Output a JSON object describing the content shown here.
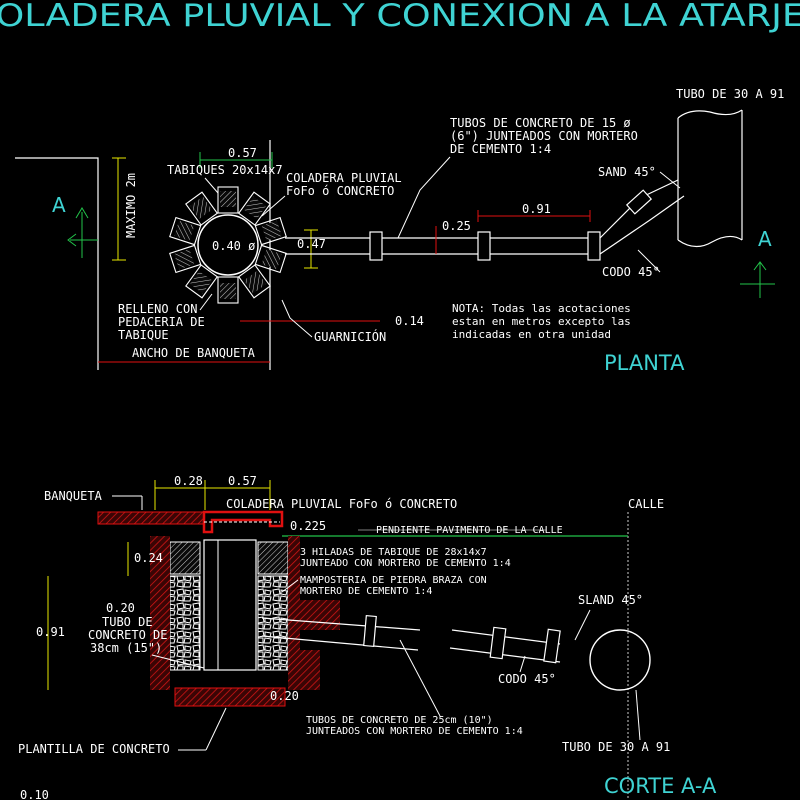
{
  "title": "COLADERA PLUVIAL Y CONEXION A LA ATARJEA",
  "colors": {
    "background": "#000000",
    "cyan": "#3fd3d3",
    "white": "#ffffff",
    "green": "#22c44a",
    "red": "#e01010",
    "yellow": "#e8e800",
    "magenta": "#e24ae2"
  },
  "plan": {
    "section_title": "PLANTA",
    "section_mark": "A",
    "dim_057": "0.57",
    "dim_maximo": "MAXIMO 2m",
    "tabiques": "TABIQUES 20x14x7",
    "coladera_1": "COLADERA PLUVIAL",
    "coladera_2": "FoFo ó CONCRETO",
    "diameter": "0.40 ø",
    "dim_047": "0.47",
    "dim_025": "0.25",
    "dim_091": "0.91",
    "dim_014": "0.14",
    "relleno_1": "RELLENO CON",
    "relleno_2": "PEDACERIA DE",
    "relleno_3": "TABIQUE",
    "guarnicion": "GUARNICIÓN",
    "ancho": "ANCHO DE BANQUETA",
    "tubos_1": "TUBOS DE CONCRETO DE 15 ø",
    "tubos_2": "(6\") JUNTEADOS CON MORTERO",
    "tubos_3": "DE CEMENTO 1:4",
    "tubo_30": "TUBO DE 30 A 91",
    "sand": "SAND 45°",
    "codo": "CODO 45°",
    "nota_1": "NOTA: Todas las acotaciones",
    "nota_2": "estan en metros excepto las",
    "nota_3": "indicadas en otra unidad"
  },
  "section": {
    "title": "CORTE A-A",
    "dim_028": "0.28",
    "dim_057": "0.57",
    "banqueta": "BANQUETA",
    "coladera": "COLADERA PLUVIAL FoFo ó CONCRETO",
    "calle": "CALLE",
    "dim_0225": "0.225",
    "pendiente": "PENDIENTE PAVIMENTO DE LA CALLE",
    "hiladas_1": "3 HILADAS DE TABIQUE DE 28x14x7",
    "hiladas_2": "JUNTEADO CON MORTERO DE CEMENTO 1:4",
    "dim_024": "0.24",
    "mamposteria_1": "MAMPOSTERIA DE PIEDRA BRAZA CON",
    "mamposteria_2": "MORTERO DE CEMENTO 1:4",
    "dim_020a": "0.20",
    "tubo_1": "TUBO DE",
    "tubo_2": "CONCRETO DE",
    "tubo_3": "38cm (15\")",
    "dim_091": "0.91",
    "sland": "SLAND 45°",
    "codo": "CODO 45°",
    "dim_020b": "0.20",
    "tubos_25_1": "TUBOS DE CONCRETO DE 25cm (10\")",
    "tubos_25_2": "JUNTEADOS CON MORTERO DE CEMENTO 1:4",
    "plantilla": "PLANTILLA DE CONCRETO",
    "tubo_30": "TUBO DE 30 A 91",
    "dim_010": "0.10"
  }
}
